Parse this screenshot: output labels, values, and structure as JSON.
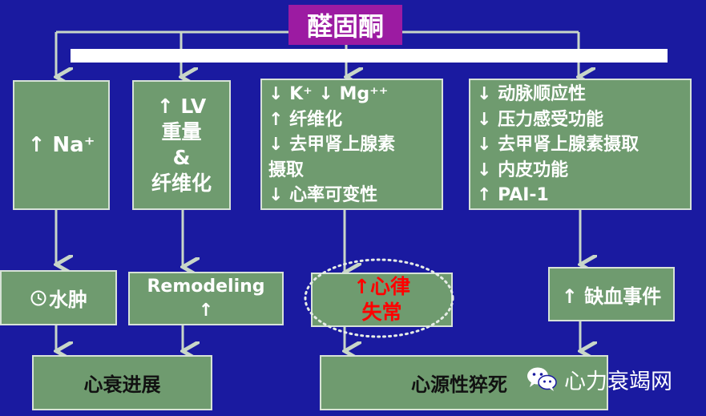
{
  "title": "醛固酮",
  "colors": {
    "background": "#1a1aa0",
    "box": "#6f9b6f",
    "title": "#9c1ba2",
    "arrow": "#c8d6c8",
    "highlight": "#ff0000"
  },
  "top_boxes": {
    "sodium": {
      "text": "↑ Na⁺"
    },
    "lv": {
      "lines": [
        "↑ LV",
        "重量",
        "&",
        "纤维化"
      ]
    },
    "electrolytes": {
      "lines": [
        "↓ K⁺  ↓ Mg⁺⁺",
        "↑ 纤维化",
        "↓ 去甲肾上腺素",
        "摄取",
        "↓ 心率可变性"
      ]
    },
    "vascular": {
      "lines": [
        "↓ 动脉顺应性",
        "↓ 压力感受功能",
        "↓ 去甲肾上腺素摄取",
        "↓ 内皮功能",
        "↑ PAI-1"
      ]
    }
  },
  "mid_boxes": {
    "edema": {
      "icon": "clock-icon",
      "text": "水肿"
    },
    "remodeling": {
      "lines": [
        "Remodeling",
        "↑"
      ]
    },
    "arrhythmia": {
      "lines": [
        "↑心律",
        "失常"
      ]
    },
    "ischemia": {
      "text": "↑ 缺血事件"
    }
  },
  "bottom_boxes": {
    "heart_failure": {
      "text": "心衰进展"
    },
    "sudden_death": {
      "text": "心源性猝死"
    }
  },
  "watermark": {
    "icon": "wechat-icon",
    "text": "心力衰竭网"
  }
}
